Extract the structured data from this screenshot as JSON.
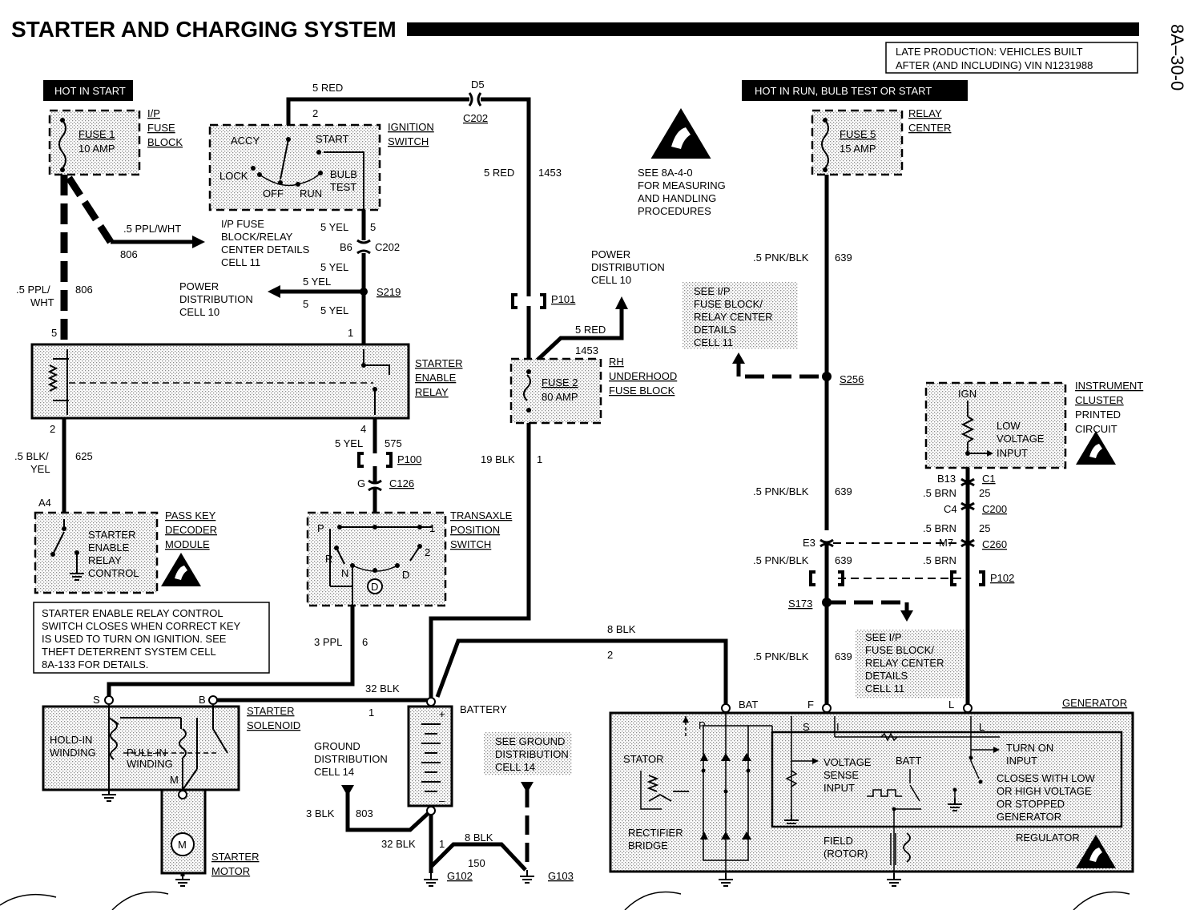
{
  "title": "STARTER AND CHARGING SYSTEM",
  "page_ref": "8A–30-0",
  "late_production": {
    "line1": "LATE PRODUCTION: VEHICLES BUILT",
    "line2": "AFTER (AND INCLUDING) VIN N1231988"
  },
  "hot_in_start": "HOT IN START",
  "hot_in_run": "HOT IN RUN, BULB TEST OR START",
  "fuse1": {
    "name": "FUSE 1",
    "rating": "10 AMP",
    "label": [
      "I/P",
      "FUSE",
      "BLOCK"
    ]
  },
  "fuse5": {
    "name": "FUSE 5",
    "rating": "15 AMP",
    "label": [
      "RELAY",
      "CENTER"
    ]
  },
  "fuse2": {
    "name": "FUSE 2",
    "rating": "80 AMP",
    "label": [
      "RH",
      "UNDERHOOD",
      "FUSE BLOCK"
    ]
  },
  "ignition_switch": {
    "label": [
      "IGNITION",
      "SWITCH"
    ],
    "accy": "ACCY",
    "start": "START",
    "lock": "LOCK",
    "off": "OFF",
    "run": "RUN",
    "bulb": "BULB",
    "test": "TEST"
  },
  "esd_note": [
    "SEE 8A-4-0",
    "FOR MEASURING",
    "AND HANDLING",
    "PROCEDURES"
  ],
  "wires": {
    "w5red": "5 RED",
    "d5": "D5",
    "c202": "C202",
    "n2": "2",
    "w5red_b": "5 RED",
    "n1453": "1453",
    "ppl_wht": ".5 PPL/WHT",
    "n806": "806",
    "ppl_wht_a": ".5 PPL/",
    "wht": "WHT",
    "n806b": "806",
    "yel5a": "5 YEL",
    "n5a": "5",
    "b6": "B6",
    "c202b": "C202",
    "yel5b": "5 YEL",
    "yel5c": "5 YEL",
    "n5c": "5",
    "s219": "S219",
    "yel5d": "5 YEL",
    "n5": "5",
    "n1": "1",
    "p101": "P101",
    "red5c": "5 RED",
    "n1453b": "1453",
    "pnk639a": ".5 PNK/BLK",
    "n639a": "639",
    "s256": "S256",
    "n2b": "2",
    "n4": "4",
    "blk_yel": ".5 BLK/",
    "yel": "YEL",
    "n625": "625",
    "yel575": "5 YEL",
    "n575": "575",
    "p100": "P100",
    "g": "G",
    "c126": "C126",
    "blk19": "19 BLK",
    "n1b": "1",
    "pnk639b": ".5 PNK/BLK",
    "n639b": "639",
    "b13": "B13",
    "c1": "C1",
    "brn5a": ".5 BRN",
    "n25a": "25",
    "c4": "C4",
    "c200": "C200",
    "brn5b": ".5 BRN",
    "n25b": "25",
    "m7": "M7",
    "c260": "C260",
    "e3": "E3",
    "pnk639c": ".5 PNK/BLK",
    "n639c": "639",
    "brn5c": ".5 BRN",
    "p102": "P102",
    "s173": "S173",
    "pnk639d": ".5 PNK/BLK",
    "n639d": "639",
    "a4": "A4",
    "blk8": "8 BLK",
    "n2c": "2",
    "ppl3": "3 PPL",
    "n6": "6",
    "blk32": "32 BLK",
    "n1c": "1",
    "blk3": "3 BLK",
    "n803": "803",
    "blk32b": "32 BLK",
    "n1d": "1",
    "blk8b": "8 BLK",
    "n150": "150",
    "g102": "G102",
    "g103": "G103",
    "s": "S",
    "b": "B",
    "bat": "BAT",
    "f": "F",
    "l": "L"
  },
  "ip_fuse_details": [
    "I/P FUSE",
    "BLOCK/RELAY",
    "CENTER DETAILS",
    "CELL 11"
  ],
  "power_dist_1": [
    "POWER",
    "DISTRIBUTION",
    "CELL 10"
  ],
  "power_dist_2": [
    "POWER",
    "DISTRIBUTION",
    "CELL 10"
  ],
  "see_ip_1": [
    "SEE I/P",
    "FUSE BLOCK/",
    "RELAY CENTER",
    "DETAILS",
    "CELL 11"
  ],
  "see_ip_2": [
    "SEE I/P",
    "FUSE BLOCK/",
    "RELAY CENTER",
    "DETAILS",
    "CELL 11"
  ],
  "starter_enable_relay": [
    "STARTER",
    "ENABLE",
    "RELAY"
  ],
  "instrument_cluster": {
    "label": [
      "INSTRUMENT",
      "CLUSTER",
      "PRINTED",
      "CIRCUIT"
    ],
    "ign": "IGN",
    "low_voltage": [
      "LOW",
      "VOLTAGE",
      "INPUT"
    ]
  },
  "pass_key": {
    "label": [
      "PASS KEY",
      "DECODER",
      "MODULE"
    ],
    "inner": [
      "STARTER",
      "ENABLE",
      "RELAY",
      "CONTROL"
    ]
  },
  "transaxle": {
    "label": [
      "TRANSAXLE",
      "POSITION",
      "SWITCH"
    ],
    "p": "P",
    "r": "R",
    "n": "N",
    "d": "D",
    "d_circ": "D",
    "one": "1",
    "two": "2"
  },
  "relay_note": [
    "STARTER ENABLE RELAY CONTROL",
    "SWITCH CLOSES WHEN CORRECT KEY",
    "IS USED TO TURN ON IGNITION.  SEE",
    "THEFT DETERRENT SYSTEM CELL",
    "8A-133 FOR DETAILS."
  ],
  "starter_solenoid": {
    "label": [
      "STARTER",
      "SOLENOID"
    ],
    "hold_in": [
      "HOLD-IN",
      "WINDING"
    ],
    "pull_in": [
      "PULL-IN",
      "WINDING"
    ],
    "m": "M"
  },
  "starter_motor": {
    "label": [
      "STARTER",
      "MOTOR"
    ],
    "m": "M"
  },
  "battery": {
    "label": "BATTERY",
    "plus": "+",
    "minus": "–"
  },
  "ground_dist_1": [
    "GROUND",
    "DISTRIBUTION",
    "CELL 14"
  ],
  "ground_dist_2": [
    "SEE GROUND",
    "DISTRIBUTION",
    "CELL 14"
  ],
  "generator": {
    "label": "GENERATOR",
    "p": "P",
    "s": "S",
    "i": "I",
    "l": "L",
    "stator": "STATOR",
    "rectifier": [
      "RECTIFIER",
      "BRIDGE"
    ],
    "voltage_sense": [
      "VOLTAGE",
      "SENSE",
      "INPUT"
    ],
    "batt": "BATT",
    "turn_on": [
      "TURN ON",
      "INPUT"
    ],
    "closes": [
      "CLOSES WITH LOW",
      "OR HIGH VOLTAGE",
      "OR STOPPED",
      "GENERATOR"
    ],
    "field": [
      "FIELD",
      "(ROTOR)"
    ],
    "regulator": "REGULATOR"
  }
}
